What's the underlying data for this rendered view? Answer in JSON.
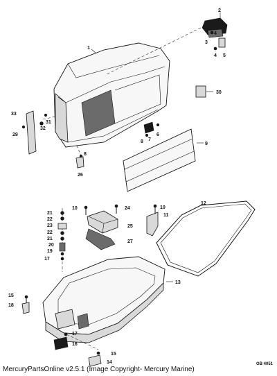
{
  "diagram": {
    "callouts": {
      "c1": "1",
      "c2": "2",
      "c3": "3",
      "c4a": "4",
      "c4b": "4",
      "c5": "5",
      "c6": "6",
      "c7": "7",
      "c8a": "8",
      "c8b": "8",
      "c9": "9",
      "c10a": "10",
      "c10b": "10",
      "c11": "11",
      "c12": "12",
      "c13": "13",
      "c14": "14",
      "c15a": "15",
      "c15b": "15",
      "c16": "16",
      "c17a": "17",
      "c17b": "17",
      "c18": "18",
      "c19": "19",
      "c20": "20",
      "c21a": "21",
      "c21b": "21",
      "c22a": "22",
      "c22b": "22",
      "c23": "23",
      "c24": "24",
      "c25": "25",
      "c26": "26",
      "c27": "27",
      "c29": "29",
      "c30": "30",
      "c31": "31",
      "c32": "32",
      "c33": "33"
    },
    "drawing_code": "OB 4051"
  },
  "footer": {
    "text": "MercuryPartsOnline v2.5.1 (Image Copyright- Mercury Marine)"
  }
}
